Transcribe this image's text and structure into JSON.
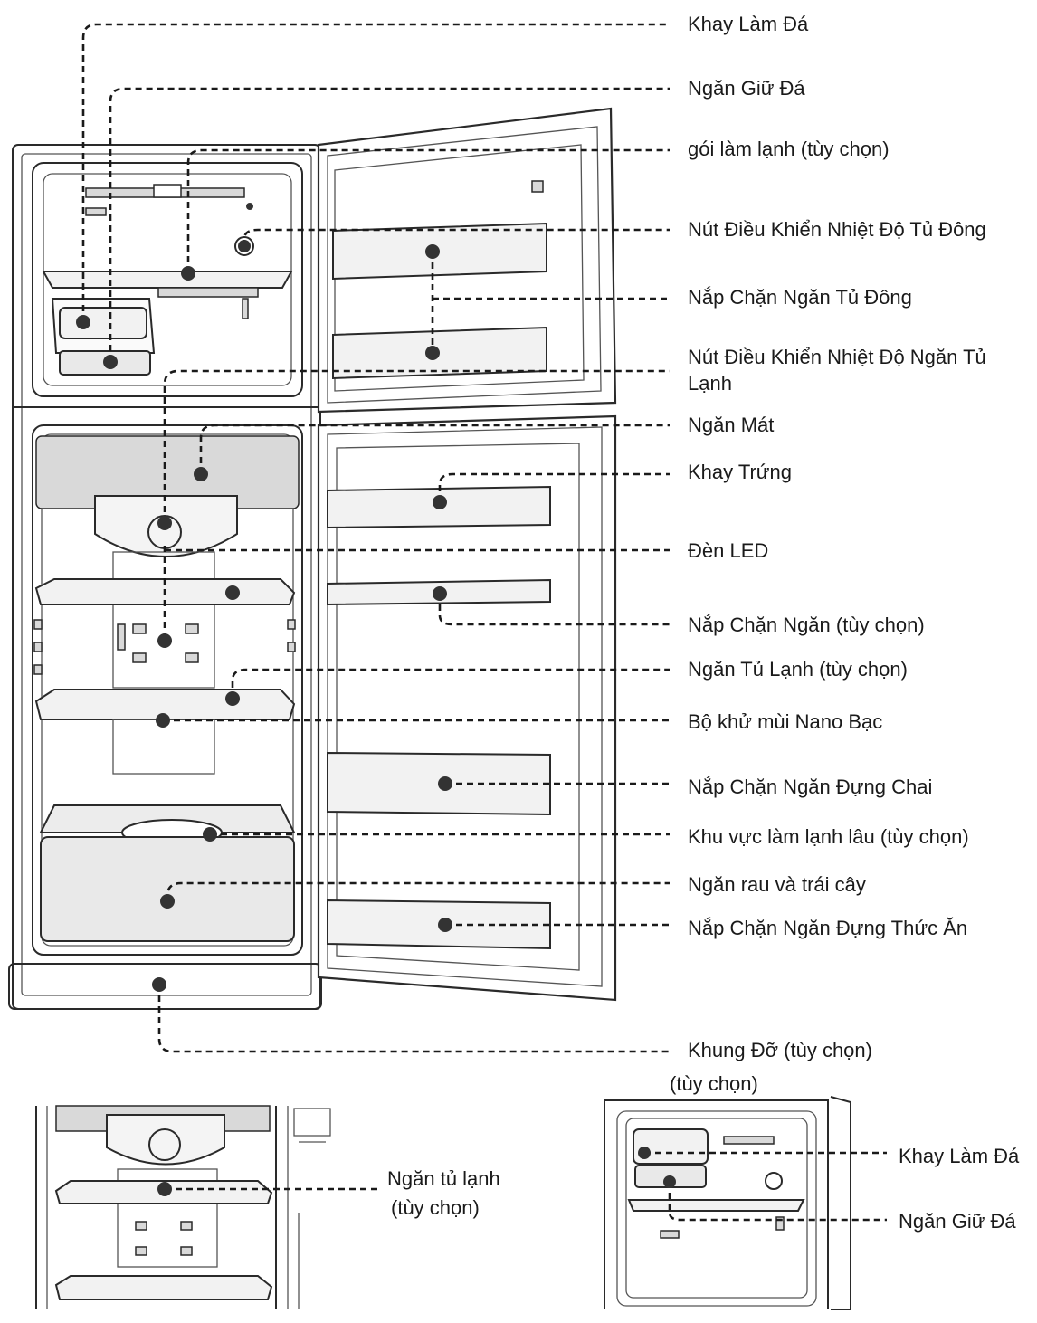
{
  "labels": {
    "khay_lam_da": "Khay Làm Đá",
    "ngan_giu_da": "Ngăn Giữ Đá",
    "goi_lam_lanh": "gói làm lạnh (tùy chọn)",
    "nut_dieu_khien_tu_dong": "Nút Điều Khiển Nhiệt Độ Tủ Đông",
    "nap_chan_ngan_tu_dong": "Nắp Chặn Ngăn Tủ Đông",
    "nut_dieu_khien_tu_lanh": "Nút Điều Khiển Nhiệt Độ Ngăn Tủ Lạnh",
    "ngan_mat": "Ngăn Mát",
    "khay_trung": "Khay Trứng",
    "den_led": "Đèn LED",
    "nap_chan_ngan": "Nắp Chặn Ngăn (tùy chọn)",
    "ngan_tu_lanh": "Ngăn Tủ Lạnh (tùy chọn)",
    "bo_khu_mui": "Bộ khử mùi Nano Bạc",
    "nap_chan_ngan_dung_chai": "Nắp Chặn Ngăn Đựng Chai",
    "khu_vuc_lam_lanh_lau": "Khu vực làm lạnh lâu (tùy chọn)",
    "ngan_rau": "Ngăn rau và trái cây",
    "nap_chan_ngan_dung_thuc_an": "Nắp Chặn Ngăn Đựng Thức Ăn",
    "khung_do": "Khung Đỡ (tùy chọn)"
  },
  "inset_left": {
    "label_line1": "Ngăn tủ lạnh",
    "label_line2": "(tùy chọn)"
  },
  "inset_right": {
    "note": "(tùy chọn)",
    "khay_lam_da": "Khay Làm Đá",
    "ngan_giu_da": "Ngăn Giữ Đá"
  }
}
